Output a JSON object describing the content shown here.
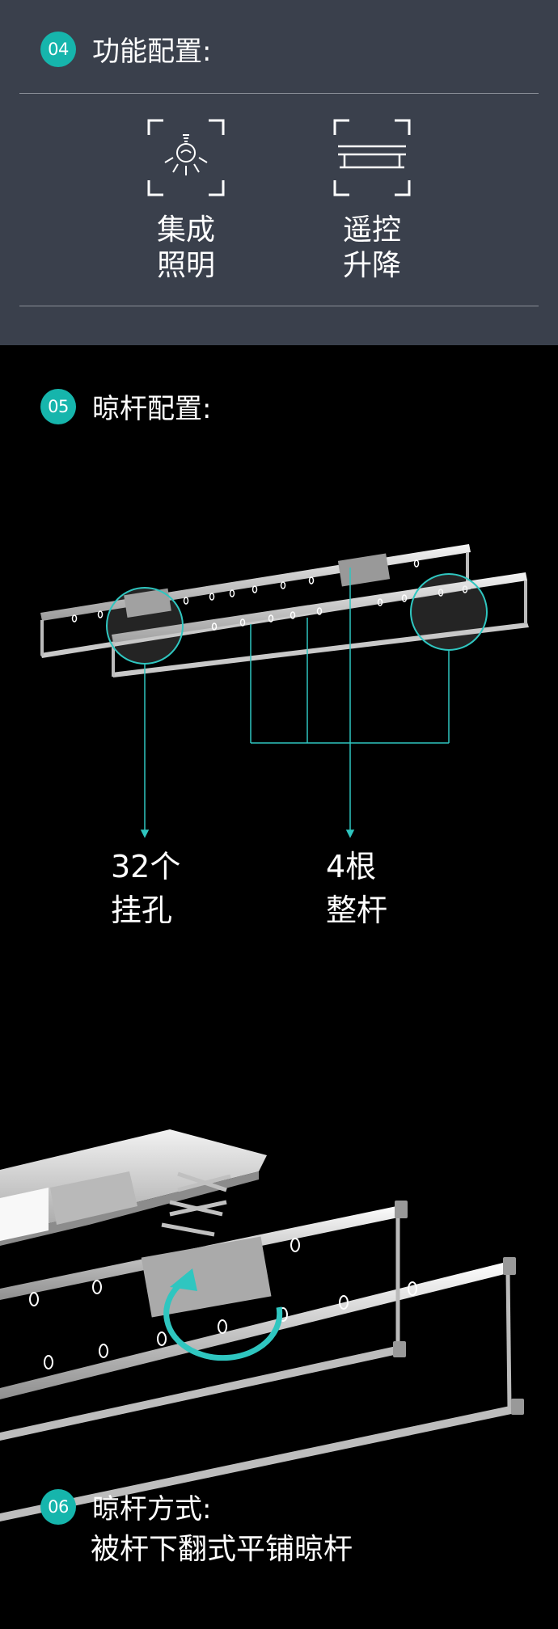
{
  "function_config": {
    "badge": "04",
    "title": "功能配置:",
    "features": [
      {
        "icon": "bulb-icon",
        "line1": "集成",
        "line2": "照明"
      },
      {
        "icon": "rack-icon",
        "line1": "遥控",
        "line2": "升降"
      }
    ]
  },
  "rod_config": {
    "badge": "05",
    "title": "晾杆配置:",
    "callouts": [
      {
        "line1": "32个",
        "line2": "挂孔"
      },
      {
        "line1": "4根",
        "line2": "整杆"
      }
    ]
  },
  "rod_method": {
    "badge": "06",
    "title": "晾杆方式:",
    "subtitle": "被杆下翻式平铺晾杆"
  },
  "colors": {
    "top_bg": "#3a404c",
    "accent": "#16b5ac",
    "bottom_bg": "#000000"
  }
}
